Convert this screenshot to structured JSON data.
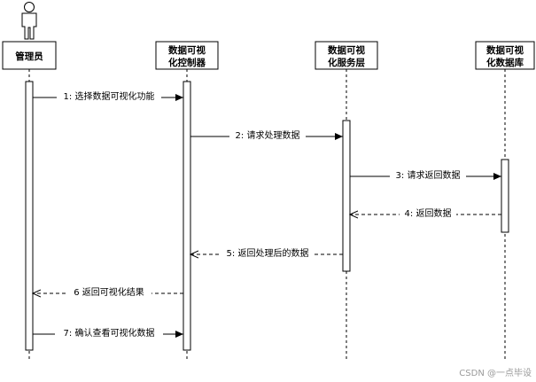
{
  "participants": [
    {
      "id": "admin",
      "lines": [
        "管理员"
      ],
      "kind": "actor"
    },
    {
      "id": "controller",
      "lines": [
        "数据可视",
        "化控制器"
      ],
      "kind": "box"
    },
    {
      "id": "service",
      "lines": [
        "数据可视",
        "化服务层"
      ],
      "kind": "box"
    },
    {
      "id": "database",
      "lines": [
        "数据可视",
        "化数据库"
      ],
      "kind": "box"
    }
  ],
  "messages": [
    {
      "label": "1: 选择数据可视化功能",
      "from": "admin",
      "to": "controller",
      "style": "solid"
    },
    {
      "label": "2: 请求处理数据",
      "from": "controller",
      "to": "service",
      "style": "solid"
    },
    {
      "label": "3: 请求返回数据",
      "from": "service",
      "to": "database",
      "style": "solid"
    },
    {
      "label": "4: 返回数据",
      "from": "database",
      "to": "service",
      "style": "dashed"
    },
    {
      "label": "5: 返回处理后的数据",
      "from": "service",
      "to": "controller",
      "style": "dashed"
    },
    {
      "label": "6 返回可视化结果",
      "from": "controller",
      "to": "admin",
      "style": "dashed"
    },
    {
      "label": "7: 确认查看可视化数据",
      "from": "admin",
      "to": "controller",
      "style": "solid"
    }
  ],
  "watermark": "CSDN @一点毕设"
}
